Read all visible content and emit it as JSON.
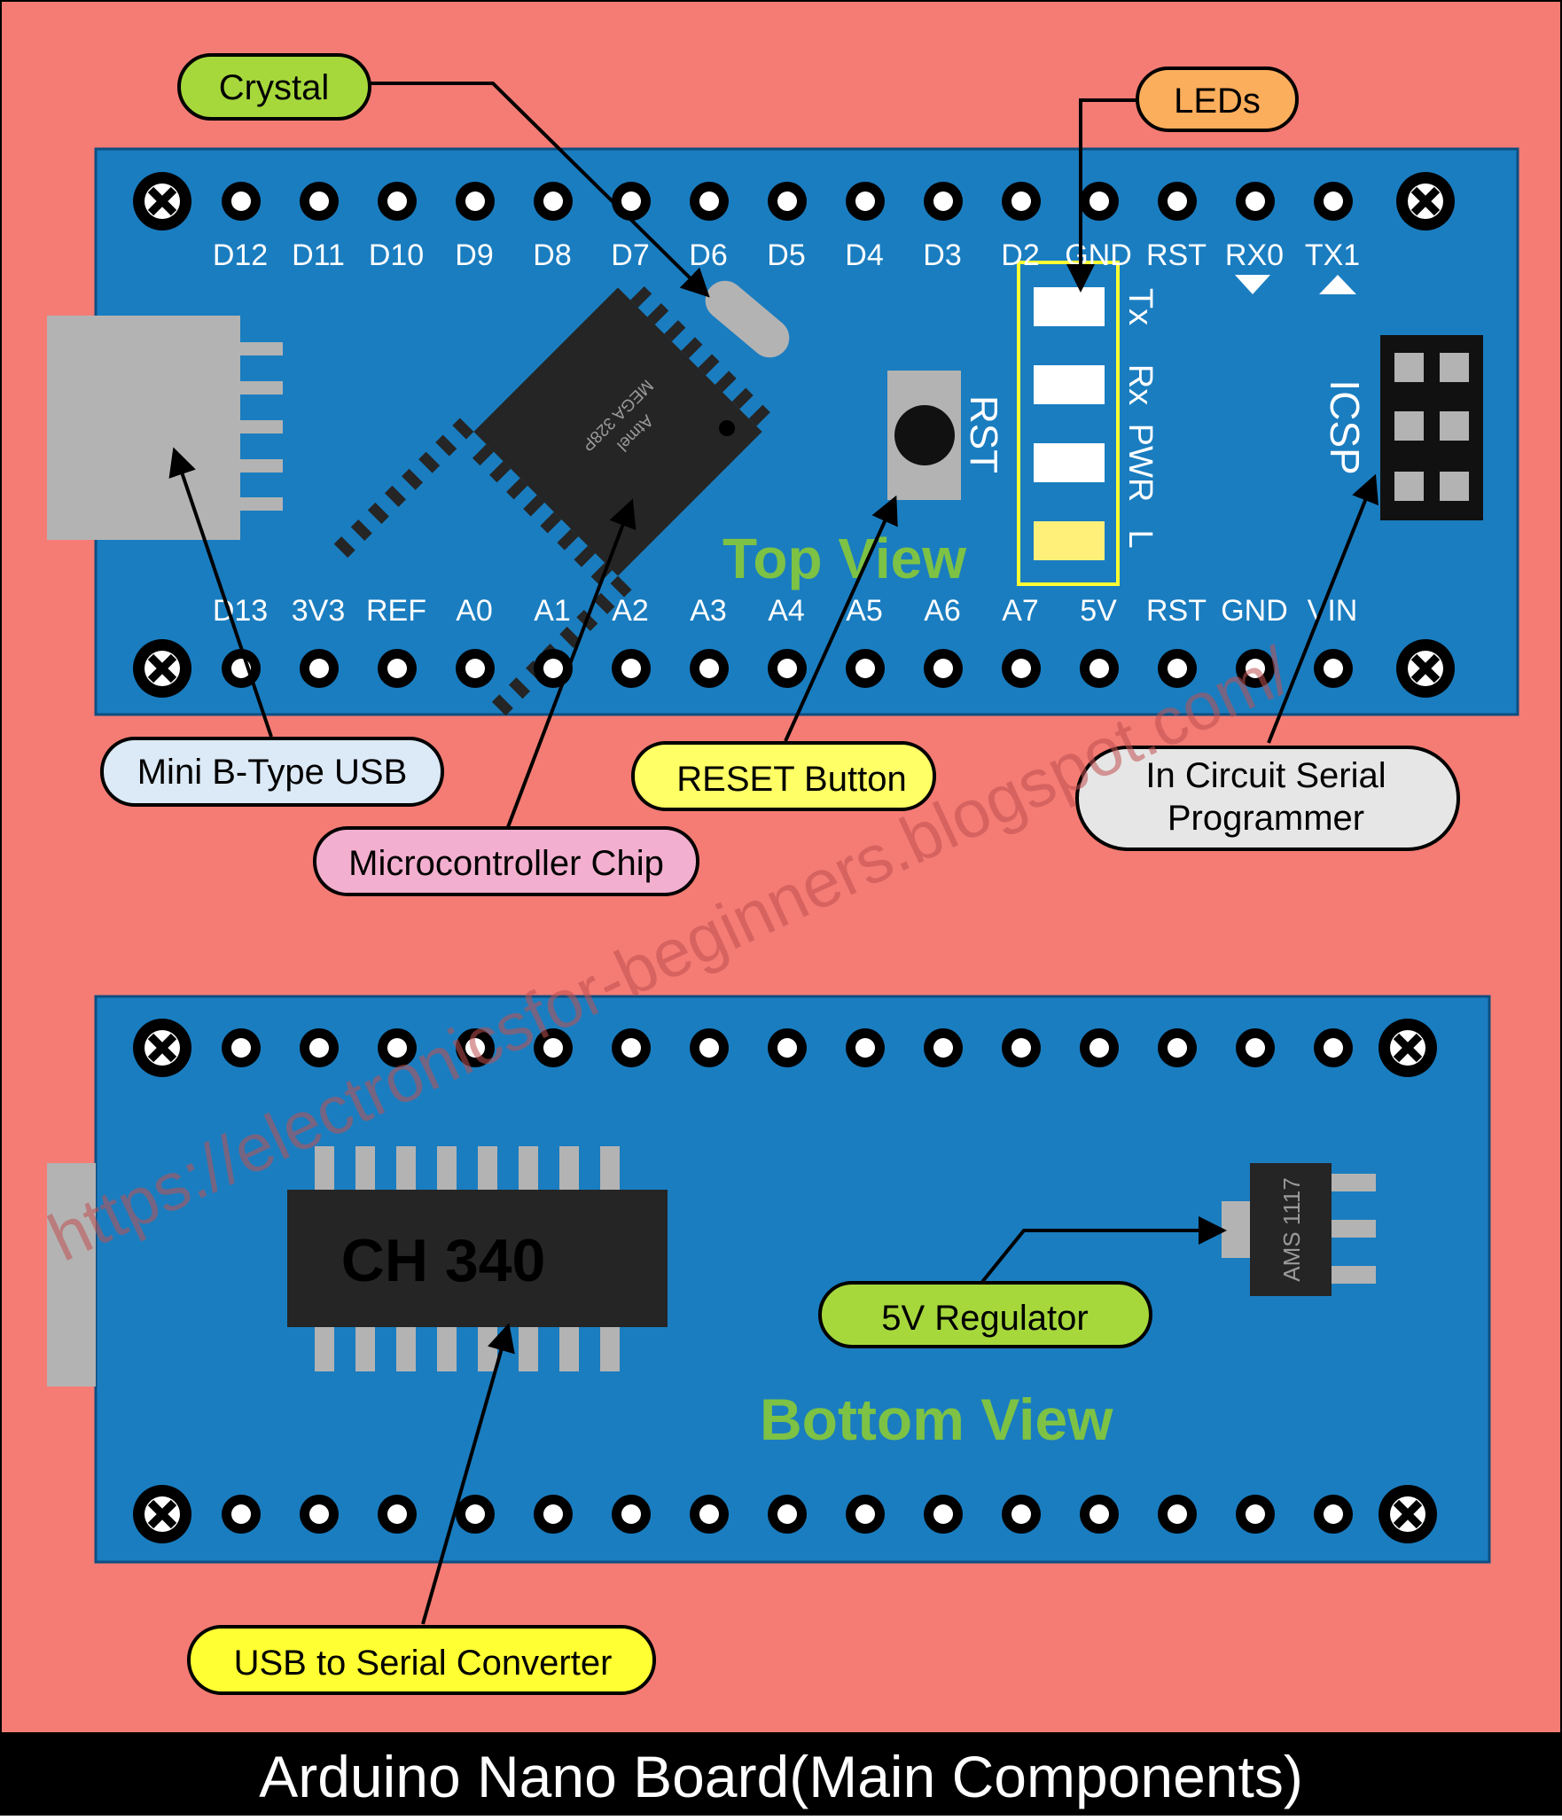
{
  "colors": {
    "background": "#F47C74",
    "board": "#1A7DC0",
    "board_outline": "#0D4E80",
    "connector": "#B3B3B3",
    "chip": "#252525",
    "led_white": "#FFFFFF",
    "led_l": "#FFF07A",
    "led_frame": "#FFFF33",
    "view_label": "#7DC244",
    "title_bar": "#000000",
    "watermark": "#C05050"
  },
  "top_view": {
    "label": "Top View",
    "top_pins": [
      "D12",
      "D11",
      "D10",
      "D9",
      "D8",
      "D7",
      "D6",
      "D5",
      "D4",
      "D3",
      "D2",
      "GND",
      "RST",
      "RX0",
      "TX1"
    ],
    "bottom_pins": [
      "D13",
      "3V3",
      "REF",
      "A0",
      "A1",
      "A2",
      "A3",
      "A4",
      "A5",
      "A6",
      "A7",
      "5V",
      "RST",
      "GND",
      "VIN"
    ],
    "chip_text": [
      "Atmel",
      "MEGA 328P"
    ],
    "rst_label": "RST",
    "icsp_label": "ICSP",
    "led_labels": [
      "Tx",
      "Rx",
      "PWR",
      "L"
    ]
  },
  "bottom_view": {
    "label": "Bottom View",
    "chip_label": "CH 340",
    "regulator_label": "AMS 1117"
  },
  "callouts": {
    "crystal": {
      "text": "Crystal",
      "fill": "#A6D83C"
    },
    "leds": {
      "text": "LEDs",
      "fill": "#FBAE5C"
    },
    "usb": {
      "text": "Mini B-Type USB",
      "fill": "#DCE9F6"
    },
    "micro": {
      "text": "Microcontroller Chip",
      "fill": "#F3AFCF"
    },
    "reset": {
      "text": "RESET Button",
      "fill": "#FFFF66"
    },
    "icsp": {
      "lines": [
        "In Circuit Serial",
        "Programmer"
      ],
      "fill": "#E6E6E6"
    },
    "regulator": {
      "text": "5V Regulator",
      "fill": "#A6D83C"
    },
    "converter": {
      "text": "USB to Serial Converter",
      "fill": "#FFFF33"
    }
  },
  "watermark": "https://electronicsfor-beginners.blogspot.com/",
  "title": "Arduino Nano Board(Main Components)"
}
